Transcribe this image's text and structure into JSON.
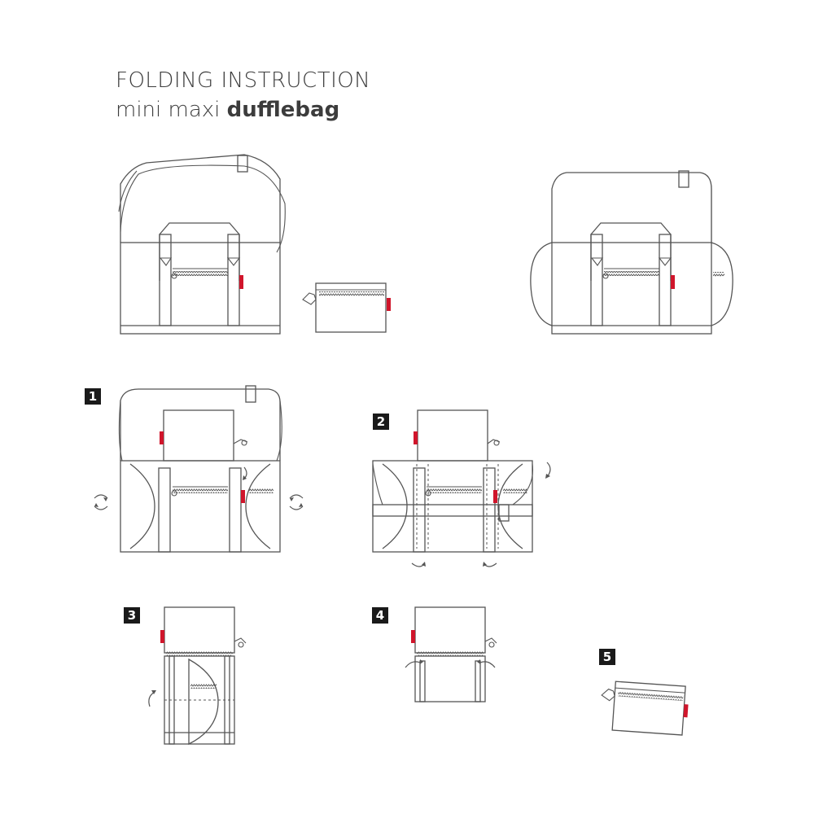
{
  "title": {
    "line1": "FOLDING INSTRUCTION",
    "line2_light": "mini maxi",
    "line2_bold": "dufflebag"
  },
  "steps": [
    "1",
    "2",
    "3",
    "4",
    "5"
  ],
  "colors": {
    "line": "#555555",
    "brand_tag": "#d0152b",
    "step_badge": "#1a1a1a"
  }
}
